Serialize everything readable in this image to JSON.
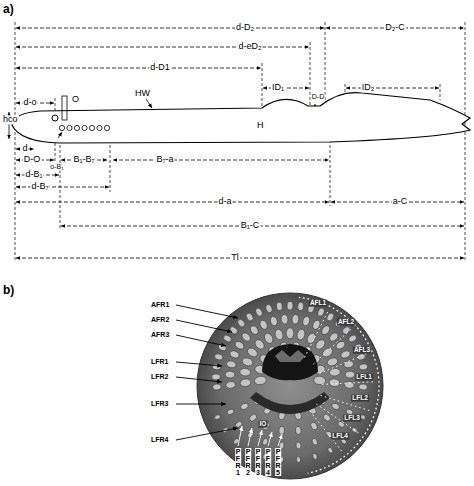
{
  "diagram": {
    "labels": [
      "a)",
      "d-D₂",
      "D₂-C",
      "d-eD₂",
      "d-D1",
      "ID₁",
      "D-D",
      "ID₂",
      "HW",
      "H",
      "d-o",
      "O",
      "hco",
      "d",
      "D-O",
      "o-B₁",
      "B₁-B₇",
      "B₇-a",
      "d-B₁",
      "d-B₇",
      "d-a",
      "a-C",
      "B₁-C",
      "Tl",
      "b)",
      "AFR1",
      "AFR2",
      "AFR3",
      "LFR1",
      "LFR2",
      "LFR3",
      "LFR4",
      "AFL1",
      "AFL2",
      "AFL3",
      "LFL1",
      "LFL2",
      "LFL3",
      "LFL4",
      "IO",
      "PFR1",
      "PFR2",
      "PFR3",
      "PFR4",
      "PFR5"
    ]
  }
}
